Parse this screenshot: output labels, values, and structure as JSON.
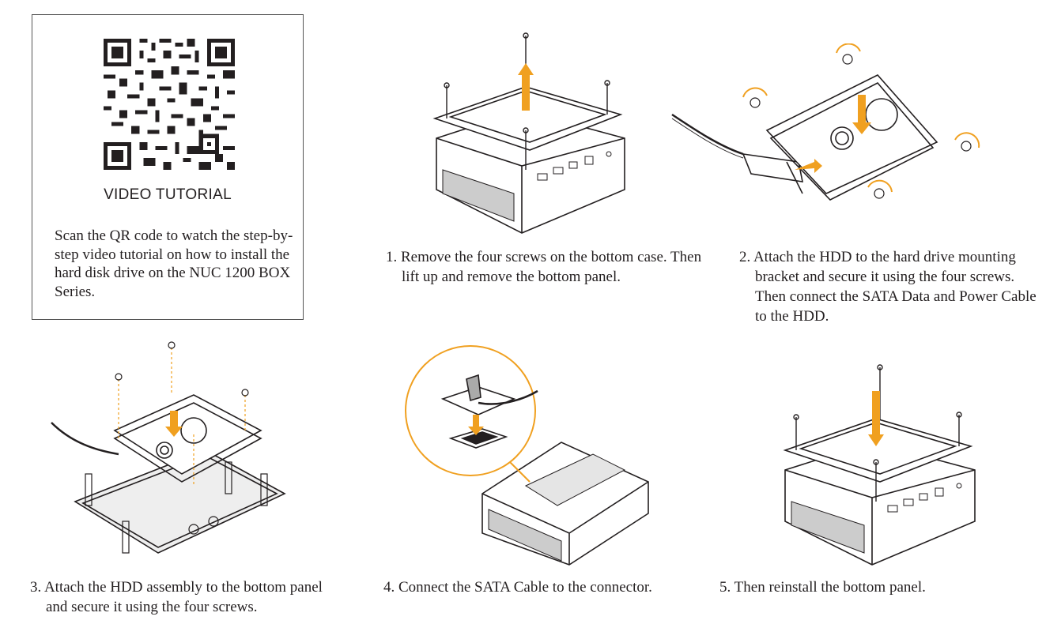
{
  "qr_panel": {
    "title": "VIDEO TUTORIAL",
    "description": "Scan the QR code to watch the step-by-step video tutorial on how to install the hard disk drive on the NUC 1200 BOX Series."
  },
  "steps": [
    {
      "text": "1. Remove the four screws on the bottom case. Then lift up and remove the bottom panel."
    },
    {
      "text": "2. Attach the HDD to the hard drive mounting bracket and secure it using the four screws. Then connect the SATA Data and Power Cable to the HDD."
    },
    {
      "text": "3. Attach the HDD assembly to the bottom panel and secure it using the four screws."
    },
    {
      "text": "4. Connect the SATA Cable to the connector."
    },
    {
      "text": "5. Then reinstall the bottom panel."
    }
  ],
  "colors": {
    "accent": "#f0a020",
    "line": "#231f20"
  }
}
